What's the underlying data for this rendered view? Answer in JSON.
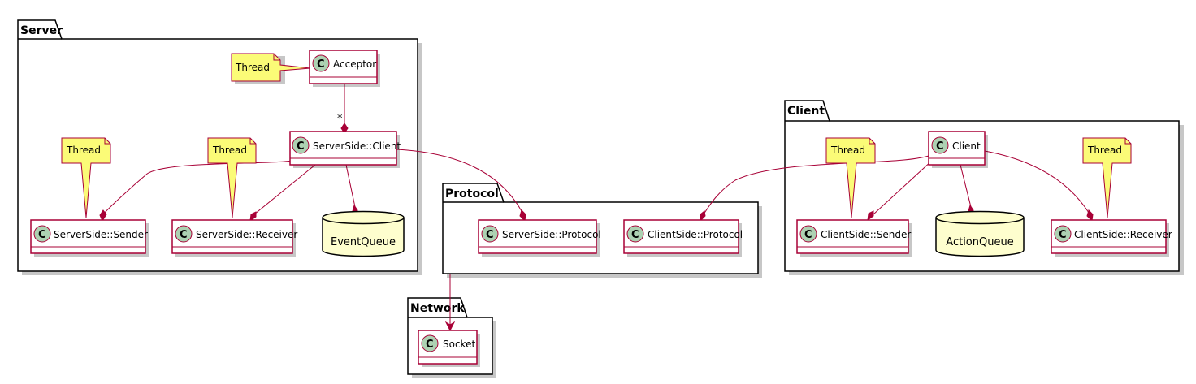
{
  "diagram": {
    "packages": {
      "server": "Server",
      "protocol": "Protocol",
      "network": "Network",
      "client": "Client"
    },
    "classes": {
      "acceptor": "Acceptor",
      "serverside_client": "ServerSide::Client",
      "serverside_sender": "ServerSide::Sender",
      "serverside_receiver": "ServerSide::Receiver",
      "serverside_protocol": "ServerSide::Protocol",
      "clientside_protocol": "ClientSide::Protocol",
      "socket": "Socket",
      "client": "Client",
      "clientside_sender": "ClientSide::Sender",
      "clientside_receiver": "ClientSide::Receiver"
    },
    "class_stereotype_letter": "C",
    "databases": {
      "event_queue": "EventQueue",
      "action_queue": "ActionQueue"
    },
    "notes": {
      "acceptor_note": "Thread",
      "sender_note": "Thread",
      "receiver_note": "Thread",
      "client_sender_note": "Thread",
      "client_receiver_note": "Thread"
    },
    "multiplicities": {
      "acceptor_to_client": "*"
    },
    "colors": {
      "class_border": "#a80036",
      "class_circle": "#add1b2",
      "note_fill": "#fbfb77",
      "database_fill": "#fefece"
    }
  }
}
